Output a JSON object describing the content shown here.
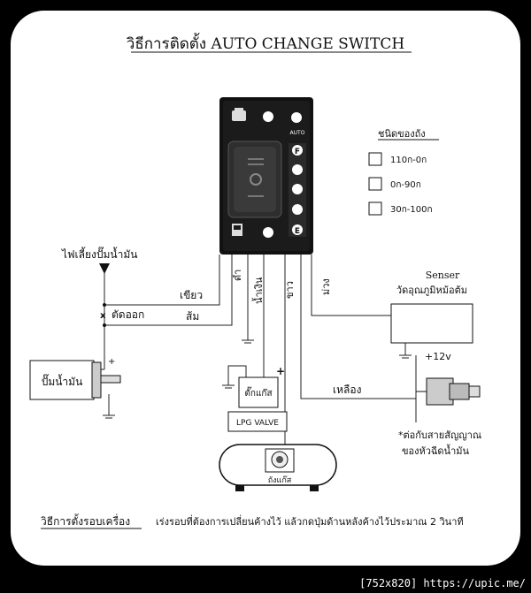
{
  "title": "วิธีการติดตั้ง AUTO CHANGE SWITCH",
  "switch": {
    "auto_label": "AUTO",
    "level_labels": [
      "F",
      "E"
    ]
  },
  "tank_types": {
    "heading": "ชนิดของถัง",
    "options": [
      "110ก-0ก",
      "0ก-90ก",
      "30ก-100ก"
    ]
  },
  "wires": {
    "fuel_light": "ไฟเลี้ยงปั๊มน้ำมัน",
    "green": "เขียว",
    "cut_off": "ตัดออก",
    "orange": "ส้ม",
    "black": "ดำ",
    "blue": "น้ำเงิน",
    "white": "ขาว",
    "purple": "ม่วง",
    "yellow": "เหลือง",
    "plus_12v": "+12v"
  },
  "components": {
    "fuel_pump": "ปั๊มน้ำมัน",
    "gas_valve": "ตั๊กแก๊ส",
    "lpg_valve": "LPG VALVE",
    "gas_tank": "ถังแก๊ส",
    "sensor_title": "Senser",
    "sensor_sub": "วัดอุณภูมิหม้อต้ม",
    "signal_note_1": "*ต่อกับสายสัญญาณ",
    "signal_note_2": "ของหัวฉีดน้ำมัน"
  },
  "footer_note": {
    "label": "วิธีการตั้งรอบเครื่อง",
    "text": "เร่งรอบที่ต้องการเปลี่ยนค้างไว้ แล้วกดปุ่มด้านหลังค้างไว้ประมาณ 2 วินาที"
  },
  "watermark": "[752x820] https://upic.me/"
}
